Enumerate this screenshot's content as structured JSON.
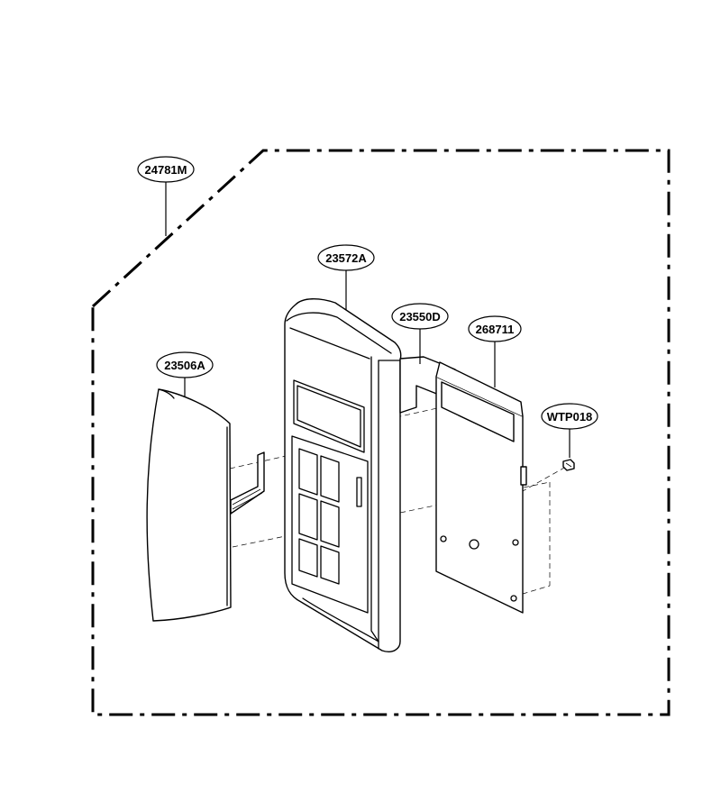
{
  "labels": {
    "assembly": "24781M",
    "front_panel": "23572A",
    "door_cover": "23506A",
    "membrane": "23550D",
    "pcb": "268711",
    "screw": "WTP018"
  }
}
